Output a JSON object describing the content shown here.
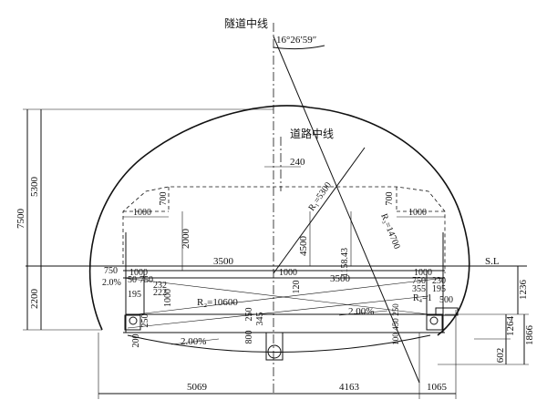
{
  "labels": {
    "tunnel_centerline": "隧道中线",
    "road_centerline": "道路中线",
    "angle": "16°26′59″",
    "r1": "R₁=5300",
    "r2": "R₂=10600",
    "r3": "R₃=14700",
    "r4": "R₄=1",
    "sl": "S.L"
  },
  "dimensions": {
    "left_total_height": "7500",
    "left_upper_height": "5300",
    "left_lower_height": "2200",
    "offset_240": "240",
    "left_clear_700": "700",
    "right_clear_700": "700",
    "left_clear_1000": "1000",
    "right_clear_1000": "1000",
    "height_2000": "2000",
    "height_4500": "4500",
    "height_1158": "1158.43",
    "width_3500_top": "3500",
    "width_3500_mid": "3500",
    "center_1000": "1000",
    "left_1000_sl": "1000",
    "right_1000_sl": "1000",
    "left_750_top": "750",
    "left_750_mid": "750",
    "left_50": "50",
    "left_slope": "2.0%",
    "left_195": "195",
    "left_232": "232",
    "left_222": "222",
    "left_1000_v": "1000",
    "center_120": "120",
    "left_250": "250",
    "left_200": "200",
    "slope_bottom": "2.00%",
    "slope_right": "2.00%",
    "center_800": "800",
    "center_250": "250",
    "center_345": "345",
    "right_750": "750",
    "right_230": "230",
    "right_355": "355",
    "right_195": "195",
    "right_500": "500",
    "right_250": "250",
    "right_450": "450",
    "right_100": "100",
    "right_1236": "1236",
    "right_1264": "1264",
    "right_1866": "1866",
    "right_602": "602",
    "bottom_5069": "5069",
    "bottom_4163": "4163",
    "bottom_1065": "1065"
  }
}
